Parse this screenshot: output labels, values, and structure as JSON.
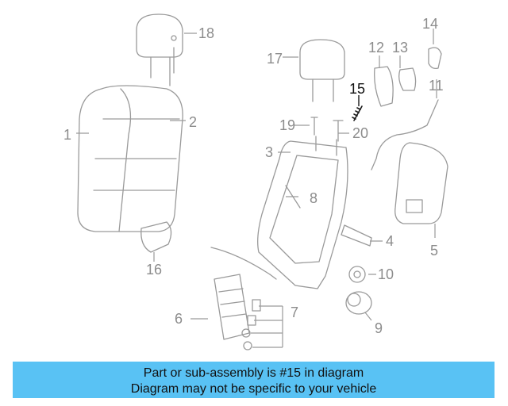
{
  "diagram": {
    "callouts": [
      "1",
      "2",
      "3",
      "4",
      "5",
      "6",
      "7",
      "8",
      "9",
      "10",
      "11",
      "12",
      "13",
      "14",
      "15",
      "16",
      "17",
      "18",
      "19",
      "20"
    ],
    "highlighted": "15"
  },
  "banner": {
    "line1": "Part or sub-assembly is #15 in diagram",
    "line2": "Diagram may not be specific to your vehicle",
    "color": "#59c2f4"
  }
}
